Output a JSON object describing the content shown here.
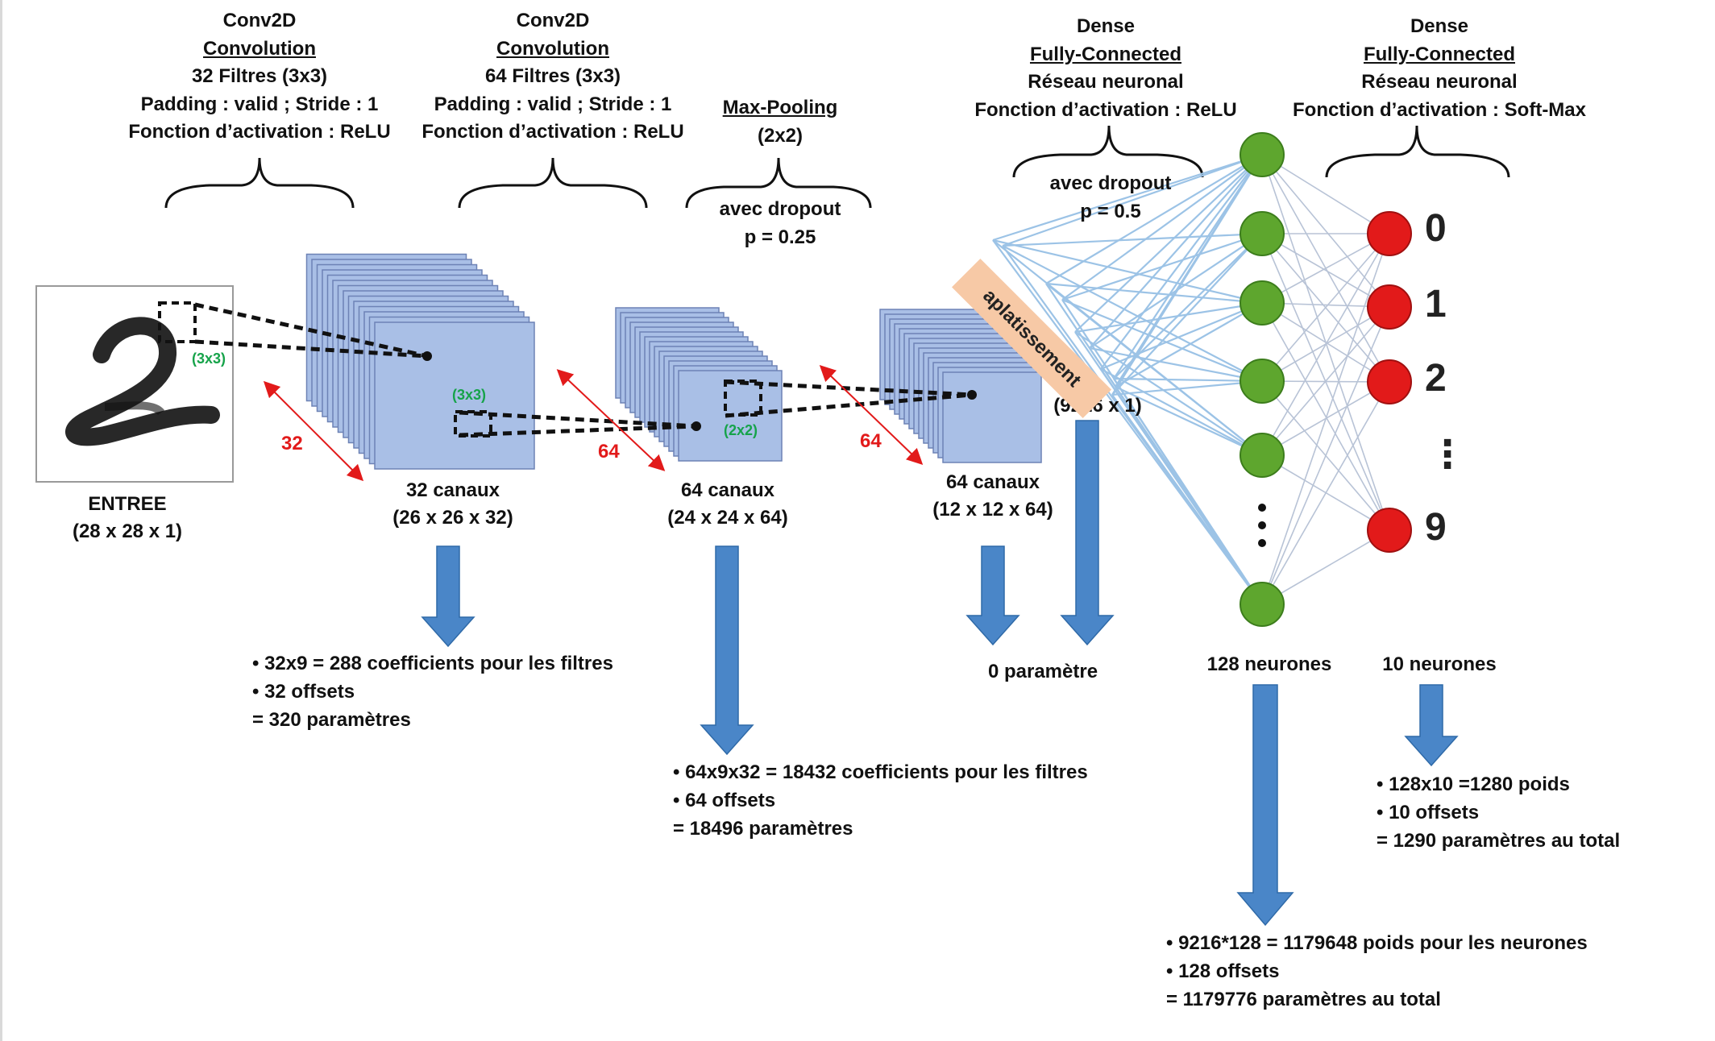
{
  "conv1": {
    "line1": "Conv2D",
    "line2": "Convolution",
    "line3": "32 Filtres (3x3)",
    "line4": "Padding : valid ; Stride : 1",
    "line5": "Fonction d’activation : ReLU"
  },
  "conv2": {
    "line1": "Conv2D",
    "line2": "Convolution",
    "line3": "64 Filtres (3x3)",
    "line4": "Padding : valid ; Stride : 1",
    "line5": "Fonction d’activation : ReLU"
  },
  "pool": {
    "line1": "Max-Pooling",
    "line2": "(2x2)",
    "dropout": "avec dropout",
    "p": "p = 0.25"
  },
  "dense1": {
    "line1": "Dense",
    "line2": "Fully-Connected",
    "line3": "Réseau neuronal",
    "line4": "Fonction d’activation : ReLU",
    "dropout": "avec dropout",
    "p": "p = 0.5"
  },
  "dense2": {
    "line1": "Dense",
    "line2": "Fully-Connected",
    "line3": "Réseau neuronal",
    "line4": "Fonction d’activation : Soft-Max"
  },
  "input": {
    "label": "ENTREE",
    "dims": "(28 x 28 x 1)",
    "kernel": "(3x3)"
  },
  "stack1": {
    "label": "32 canaux",
    "dims": "(26 x 26 x 32)",
    "depth": "32",
    "kernel": "(3x3)"
  },
  "stack2": {
    "label": "64 canaux",
    "dims": "(24 x 24 x 64)",
    "depth": "64",
    "pool": "(2x2)"
  },
  "stack3": {
    "label": "64 canaux",
    "dims": "(12 x 12 x 64)",
    "depth": "64"
  },
  "flatten": {
    "label": "aplatissement",
    "dims": "(9216 x 1)",
    "params": "0 paramètre"
  },
  "hidden": {
    "label": "128 neurones"
  },
  "output": {
    "label": "10 neurones",
    "digits": [
      "0",
      "1",
      "2",
      "⋮",
      "9"
    ]
  },
  "params1": {
    "line1": "• 32x9 = 288 coefficients pour les filtres",
    "line2": "• 32 offsets",
    "line3": "= 320 paramètres"
  },
  "params2": {
    "line1": "• 64x9x32 = 18432 coefficients pour les filtres",
    "line2": "• 64 offsets",
    "line3": "= 18496 paramètres"
  },
  "params_dense1": {
    "line1": "• 9216*128 = 1179648 poids pour les neurones",
    "line2": "• 128 offsets",
    "line3": "= 1179776 paramètres au total"
  },
  "params_dense2": {
    "line1": "• 128x10 =1280 poids",
    "line2": "• 10 offsets",
    "line3": "= 1290 paramètres au total"
  },
  "colors": {
    "slab": "#a9bfe6",
    "slab_edge": "#6d82b5",
    "arrow": "#4a86c8",
    "hidden_node": "#5ea62e",
    "output_node": "#e21a1a",
    "flatten": "#f7c9a6",
    "dim_arrow": "#e21a1a",
    "kernel_text": "#16a34a"
  }
}
